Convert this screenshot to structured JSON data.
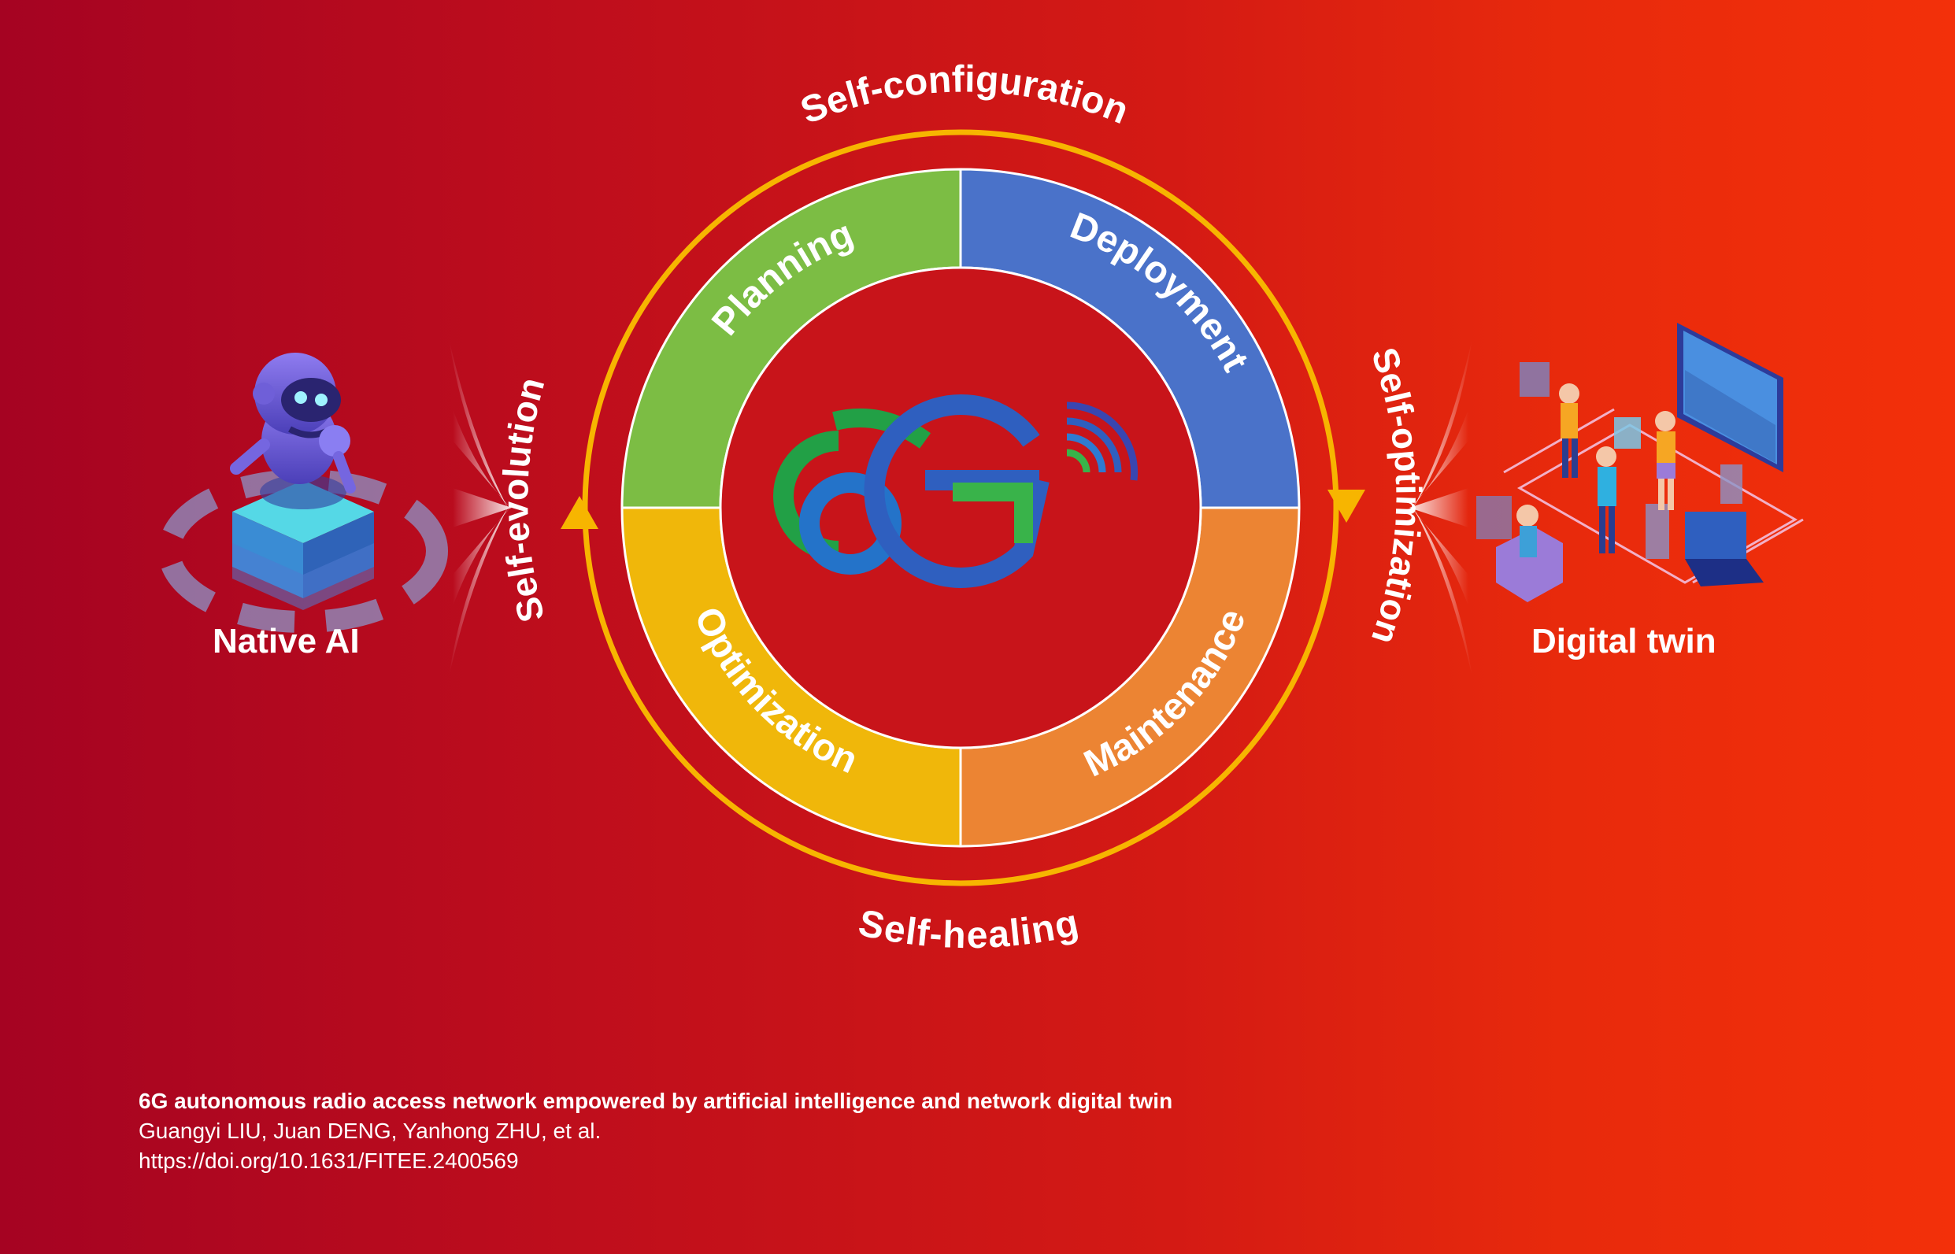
{
  "cycle": {
    "outer_labels": {
      "top": "Self-configuration",
      "right": "Self-optimization",
      "bottom": "Self-healing",
      "left": "Self-evolution"
    },
    "segments": [
      {
        "label": "Planning",
        "color": "#7cbd44"
      },
      {
        "label": "Deployment",
        "color": "#4a72c9"
      },
      {
        "label": "Maintenance",
        "color": "#ec8433"
      },
      {
        "label": "Optimization",
        "color": "#f0b70a"
      }
    ],
    "ring_color": "#f7b500",
    "center_logo_text": "6G"
  },
  "left_panel": {
    "label": "Native AI",
    "icon": "robot-ai-icon"
  },
  "right_panel": {
    "label": "Digital twin",
    "icon": "digital-twin-scene-icon"
  },
  "caption": {
    "title": "6G autonomous radio access network empowered by artificial intelligence and network digital twin",
    "authors": "Guangyi LIU, Juan DENG, Yanhong ZHU, et al.",
    "doi": "https://doi.org/10.1631/FITEE.2400569"
  }
}
